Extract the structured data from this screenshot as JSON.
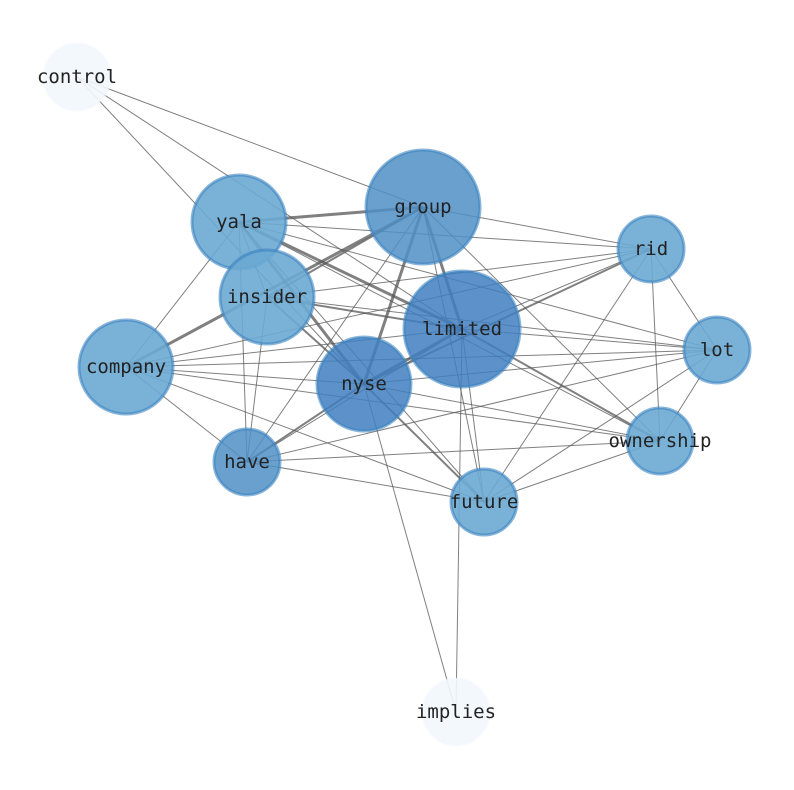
{
  "nodes": [
    {
      "id": "control",
      "label": "control"
    },
    {
      "id": "group",
      "label": "group"
    },
    {
      "id": "yala",
      "label": "yala"
    },
    {
      "id": "rid",
      "label": "rid"
    },
    {
      "id": "insider",
      "label": "insider"
    },
    {
      "id": "limited",
      "label": "limited"
    },
    {
      "id": "lot",
      "label": "lot"
    },
    {
      "id": "company",
      "label": "company"
    },
    {
      "id": "nyse",
      "label": "nyse"
    },
    {
      "id": "ownership",
      "label": "ownership"
    },
    {
      "id": "have",
      "label": "have"
    },
    {
      "id": "future",
      "label": "future"
    },
    {
      "id": "implies",
      "label": "implies"
    }
  ],
  "edges": [
    [
      "control",
      "group",
      1
    ],
    [
      "control",
      "nyse",
      1
    ],
    [
      "control",
      "limited",
      1
    ],
    [
      "yala",
      "group",
      3
    ],
    [
      "yala",
      "rid",
      1
    ],
    [
      "yala",
      "lot",
      1
    ],
    [
      "yala",
      "limited",
      3
    ],
    [
      "yala",
      "nyse",
      3
    ],
    [
      "yala",
      "future",
      1
    ],
    [
      "yala",
      "ownership",
      1
    ],
    [
      "yala",
      "have",
      1
    ],
    [
      "yala",
      "company",
      1
    ],
    [
      "yala",
      "insider",
      1
    ],
    [
      "group",
      "company",
      3
    ],
    [
      "group",
      "nyse",
      3
    ],
    [
      "group",
      "limited",
      3
    ],
    [
      "group",
      "future",
      1
    ],
    [
      "group",
      "have",
      1
    ],
    [
      "group",
      "rid",
      1
    ],
    [
      "group",
      "ownership",
      1
    ],
    [
      "group",
      "insider",
      2
    ],
    [
      "insider",
      "limited",
      2
    ],
    [
      "insider",
      "rid",
      1
    ],
    [
      "insider",
      "lot",
      1
    ],
    [
      "insider",
      "have",
      1
    ],
    [
      "insider",
      "nyse",
      2
    ],
    [
      "limited",
      "company",
      1
    ],
    [
      "limited",
      "nyse",
      3
    ],
    [
      "limited",
      "have",
      1
    ],
    [
      "limited",
      "future",
      1
    ],
    [
      "limited",
      "lot",
      1
    ],
    [
      "limited",
      "rid",
      1
    ],
    [
      "limited",
      "ownership",
      2
    ],
    [
      "limited",
      "implies",
      1
    ],
    [
      "company",
      "nyse",
      1
    ],
    [
      "company",
      "lot",
      1
    ],
    [
      "company",
      "ownership",
      1
    ],
    [
      "company",
      "have",
      1
    ],
    [
      "company",
      "future",
      1
    ],
    [
      "company",
      "rid",
      1
    ],
    [
      "nyse",
      "have",
      2
    ],
    [
      "nyse",
      "future",
      2
    ],
    [
      "nyse",
      "lot",
      1
    ],
    [
      "nyse",
      "rid",
      2
    ],
    [
      "nyse",
      "implies",
      1
    ],
    [
      "nyse",
      "ownership",
      1
    ],
    [
      "have",
      "future",
      1
    ],
    [
      "have",
      "ownership",
      1
    ],
    [
      "have",
      "lot",
      1
    ],
    [
      "rid",
      "lot",
      1
    ],
    [
      "rid",
      "ownership",
      1
    ],
    [
      "rid",
      "future",
      1
    ],
    [
      "lot",
      "ownership",
      1
    ],
    [
      "lot",
      "future",
      1
    ],
    [
      "ownership",
      "future",
      1
    ]
  ]
}
